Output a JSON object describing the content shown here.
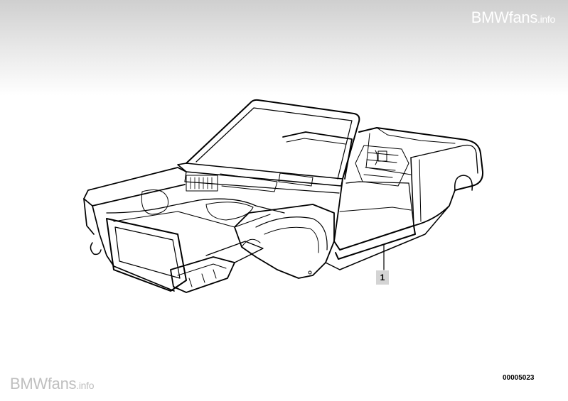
{
  "watermark": {
    "brand": "BMWfans",
    "suffix": ".info"
  },
  "callouts": [
    {
      "label": "1"
    }
  ],
  "drawing_number": "00005023",
  "colors": {
    "line": "#000000",
    "header_gradient": "#cfcfcf",
    "watermark_bottom": "#bfbfbf",
    "callout_bg": "#d4d4d4"
  }
}
